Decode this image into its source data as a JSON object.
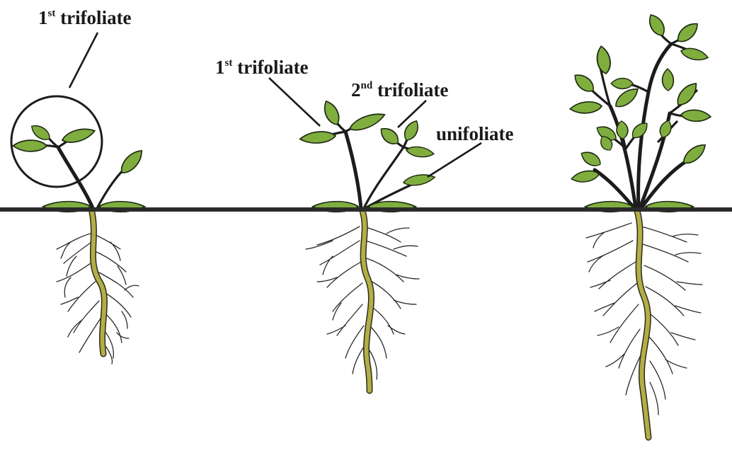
{
  "labels": {
    "stage1_trifoliate": {
      "ordinal": "1",
      "suffix": "st",
      "word": " trifoliate"
    },
    "stage2_trifoliate1": {
      "ordinal": "1",
      "suffix": "st",
      "word": " trifoliate"
    },
    "stage2_trifoliate2": {
      "ordinal": "2",
      "suffix": "nd",
      "word": " trifoliate"
    },
    "stage2_unifoliate": {
      "word": "unifoliate"
    }
  },
  "colors": {
    "leaf": "#7fae3f",
    "leaf_outline": "#1f2a12",
    "stem": "#1c1c1c",
    "soil_line": "#2a2a2a",
    "taproot": "#b3ae46",
    "root_hairs": "#2a2a2a",
    "background": "#ffffff"
  },
  "stages": [
    {
      "name": "stage-1",
      "trifoliates": 1
    },
    {
      "name": "stage-2",
      "trifoliates": 2
    },
    {
      "name": "stage-3",
      "trifoliates": "multiple"
    }
  ]
}
